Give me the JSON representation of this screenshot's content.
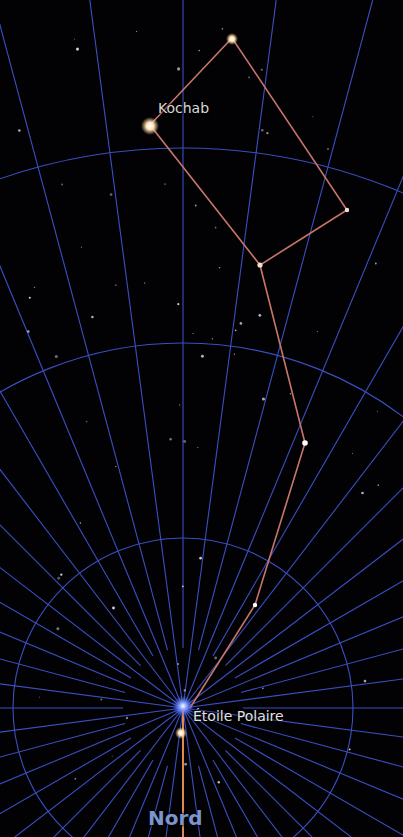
{
  "diagram": {
    "labels": [
      "Kochab",
      "Étoile Polaire",
      "Nord"
    ]
  }
}
